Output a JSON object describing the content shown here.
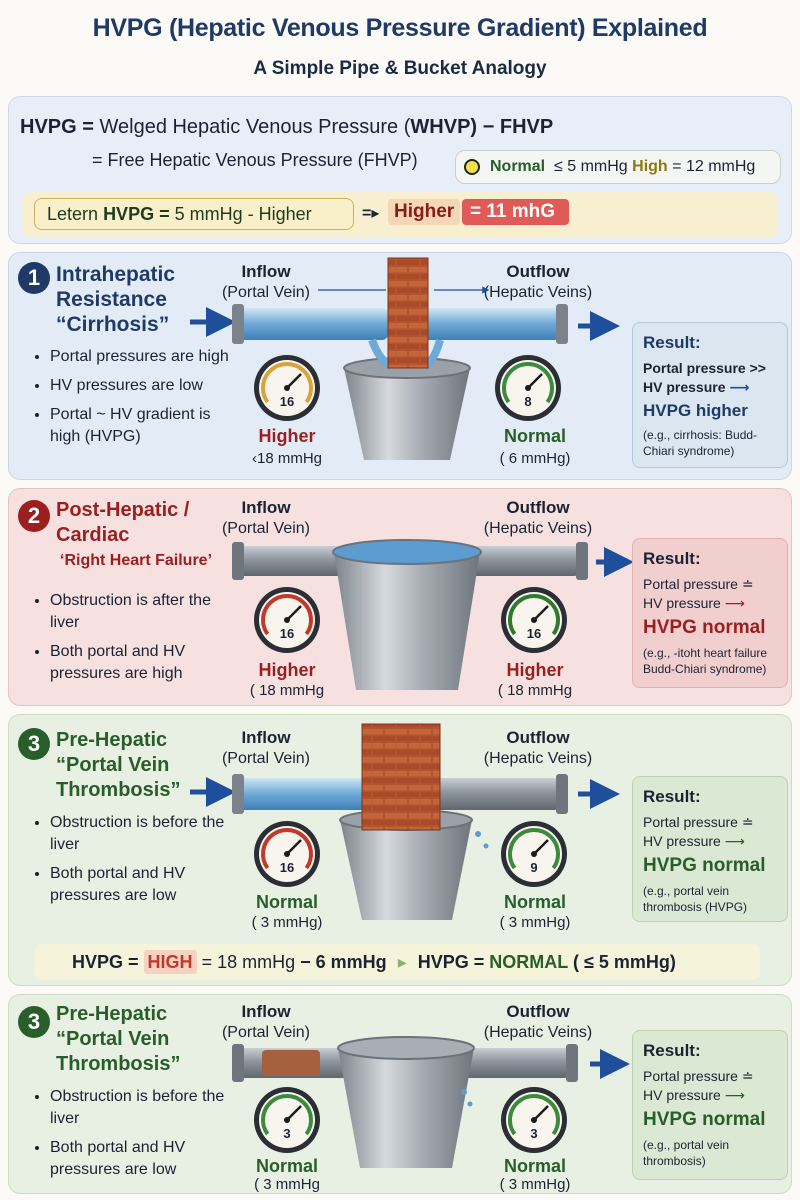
{
  "header": {
    "title": "HVPG (Hepatic Venous Pressure Gradient) Explained",
    "subtitle": "A Simple Pipe & Bucket Analogy"
  },
  "formula": {
    "lhs": "HVPG =",
    "rhs_prefix": "Welged Hepatic Venous Pressure (",
    "rhs_abbr": "WHVP",
    "rhs_suffix": ") − FHVP",
    "line2": "= Free Hepatic Venous Pressure (FHVP)",
    "normal_label": "Normal",
    "normal_value": "≤ 5 mmHg",
    "high_label": "High",
    "high_value": "= 12 mmHg",
    "letern_label": "Letern",
    "letern_hvpg": "HVPG =",
    "letern_value": "5 mmHg - Higher",
    "arrow": "=▸",
    "higher_a": "Higher",
    "higher_b": "= 11 mhG"
  },
  "labels": {
    "inflow": "Inflow",
    "portal_vein": "(Portal Vein)",
    "outflow": "Outflow",
    "hepatic_veins": "(Hepatic Veins)",
    "result": "Result:",
    "portal_pressure_gg": "Portal pressure >>",
    "portal_pressure_approx": "Portal pressure ≐",
    "hv_pressure": "HV pressure"
  },
  "sections": [
    {
      "number": "1",
      "title_lines": [
        "Intrahepatic",
        "Resistance",
        "“Cirrhosis”"
      ],
      "bullets": [
        "Portal pressures are high",
        "HV pressures are low",
        "Portal ~ HV gradient is high (HVPG)"
      ],
      "gauge_left": {
        "reading": "16",
        "status": "Higher",
        "value": "‹18 mmHg"
      },
      "gauge_right": {
        "reading": "8",
        "status": "Normal",
        "value": "( 6 mmHg)"
      },
      "result_big": "HVPG higher",
      "result_note": "(e.g., cirrhosis: Budd-Chiari syndrome)"
    },
    {
      "number": "2",
      "title_lines": [
        "Post-Hepatic /",
        "Cardiac"
      ],
      "subtitle": "‘Right Heart Failure’",
      "bullets": [
        "Obstruction is after the liver",
        "Both portal and HV pressures are high"
      ],
      "gauge_left": {
        "reading": "16",
        "status": "Higher",
        "value": "( 18 mmHg"
      },
      "gauge_right": {
        "reading": "16",
        "status": "Higher",
        "value": "( 18 mmHg"
      },
      "result_big": "HVPG normal",
      "result_note": "(e.g., -itoht heart failure Budd-Chiari syndrome)"
    },
    {
      "number": "3",
      "title_lines": [
        "Pre-Hepatic",
        "“Portal Vein",
        "Thrombosis”"
      ],
      "bullets": [
        "Obstruction is before the liver",
        "Both portal and HV pressures are low"
      ],
      "gauge_left": {
        "reading": "16",
        "status": "Normal",
        "value": "( 3 mmHg)"
      },
      "gauge_right": {
        "reading": "9",
        "status": "Normal",
        "value": "( 3 mmHg)"
      },
      "result_big": "HVPG normal",
      "result_note": "(e.g., portal vein thrombosis (HVPG)"
    },
    {
      "number": "3",
      "title_lines": [
        "Pre-Hepatic",
        "“Portal Vein",
        "Thrombosis”"
      ],
      "bullets": [
        "Obstruction is before the liver",
        "Both portal and HV pressures are low"
      ],
      "gauge_left": {
        "reading": "3",
        "status": "Normal",
        "value": "( 3 mmHg"
      },
      "gauge_right": {
        "reading": "3",
        "status": "Normal",
        "value": "( 3 mmHg)"
      },
      "result_big": "HVPG normal",
      "result_note": "(e.g., portal vein thrombosis)"
    }
  ],
  "compare": {
    "left_label": "HVPG =",
    "left_high": "HIGH",
    "left_eq": "= 18 mmHg",
    "left_minus": "−",
    "left_val": "6 mmHg",
    "right_label": "HVPG =",
    "right_normal": "NORMAL",
    "right_val": "( ≤ 5 mmHg)"
  },
  "colors": {
    "navy": "#1f3a66",
    "red": "#9b1f1f",
    "green": "#285e2a",
    "arrow_blue": "#1f4f9c"
  }
}
